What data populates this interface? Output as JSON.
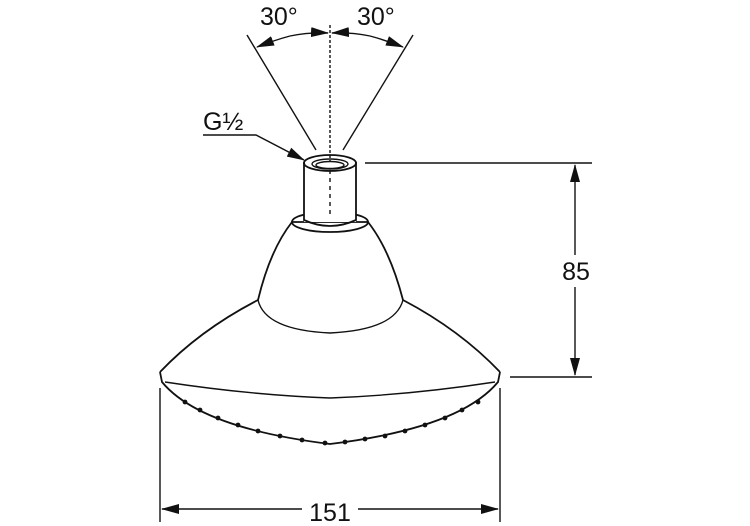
{
  "drawing": {
    "angle_left_label": "30°",
    "angle_right_label": "30°",
    "thread_label": "G½",
    "height_dimension": "85",
    "width_dimension": "151"
  },
  "colors": {
    "line": "#111111",
    "background": "#ffffff"
  }
}
